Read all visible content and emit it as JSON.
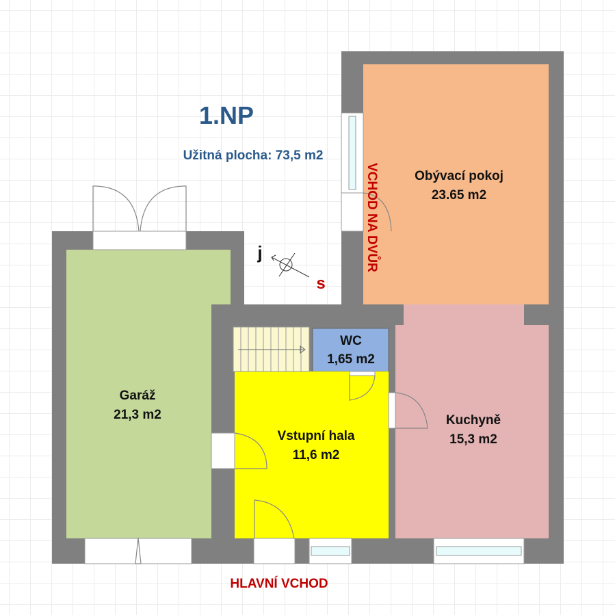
{
  "title": "1.NP",
  "area_total": "Užitná plocha: 73,5 m2",
  "compass": {
    "north_label": "s",
    "south_label": "j"
  },
  "entrances": {
    "main": "HLAVNÍ VCHOD",
    "yard": "VCHOD NA DVŮR"
  },
  "rooms": [
    {
      "name": "Obývací pokoj",
      "area": "23.65 m2",
      "color": "#f7b98a"
    },
    {
      "name": "Garáž",
      "area": "21,3 m2",
      "color": "#c4d89a"
    },
    {
      "name": "WC",
      "area": "1,65 m2",
      "color": "#8fb0e0"
    },
    {
      "name": "Vstupní hala",
      "area": "11,6 m2",
      "color": "#ffff00"
    },
    {
      "name": "Kuchyně",
      "area": "15,3 m2",
      "color": "#e4b4b4"
    }
  ],
  "colors": {
    "wall": "#808080",
    "stairs": "#fbf8d0",
    "accent_red": "#c00000",
    "accent_blue": "#2a5a8c"
  }
}
